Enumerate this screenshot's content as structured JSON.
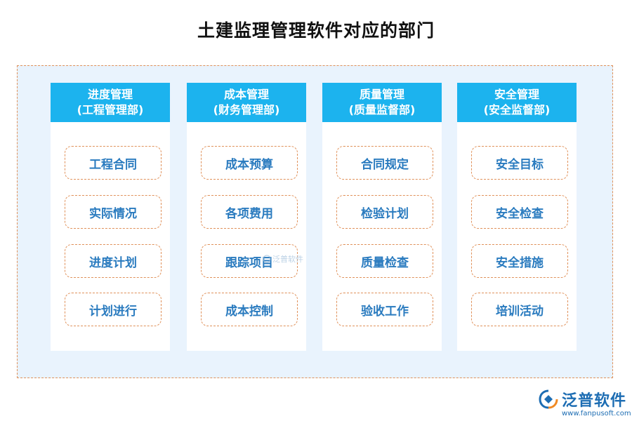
{
  "title": "土建监理管理软件对应的部门",
  "columns": [
    {
      "header_line1": "进度管理",
      "header_line2": "(工程管理部)",
      "items": [
        "工程合同",
        "实际情况",
        "进度计划",
        "计划进行"
      ]
    },
    {
      "header_line1": "成本管理",
      "header_line2": "(财务管理部)",
      "items": [
        "成本预算",
        "各项费用",
        "跟踪项目",
        "成本控制"
      ]
    },
    {
      "header_line1": "质量管理",
      "header_line2": "(质量监督部)",
      "items": [
        "合同规定",
        "检验计划",
        "质量检查",
        "验收工作"
      ]
    },
    {
      "header_line1": "安全管理",
      "header_line2": "(安全监督部)",
      "items": [
        "安全目标",
        "安全检查",
        "安全措施",
        "培训活动"
      ]
    }
  ],
  "watermark": "泛普软件",
  "brand": {
    "name": "泛普软件",
    "url": "www.fanpusoft.com",
    "logo_icon": "fanpu-logo-icon"
  },
  "colors": {
    "header_bg": "#1cb3ee",
    "frame_bg": "#e9f3fd",
    "dashed_border": "#e0915a",
    "item_text": "#2a7bbf"
  }
}
